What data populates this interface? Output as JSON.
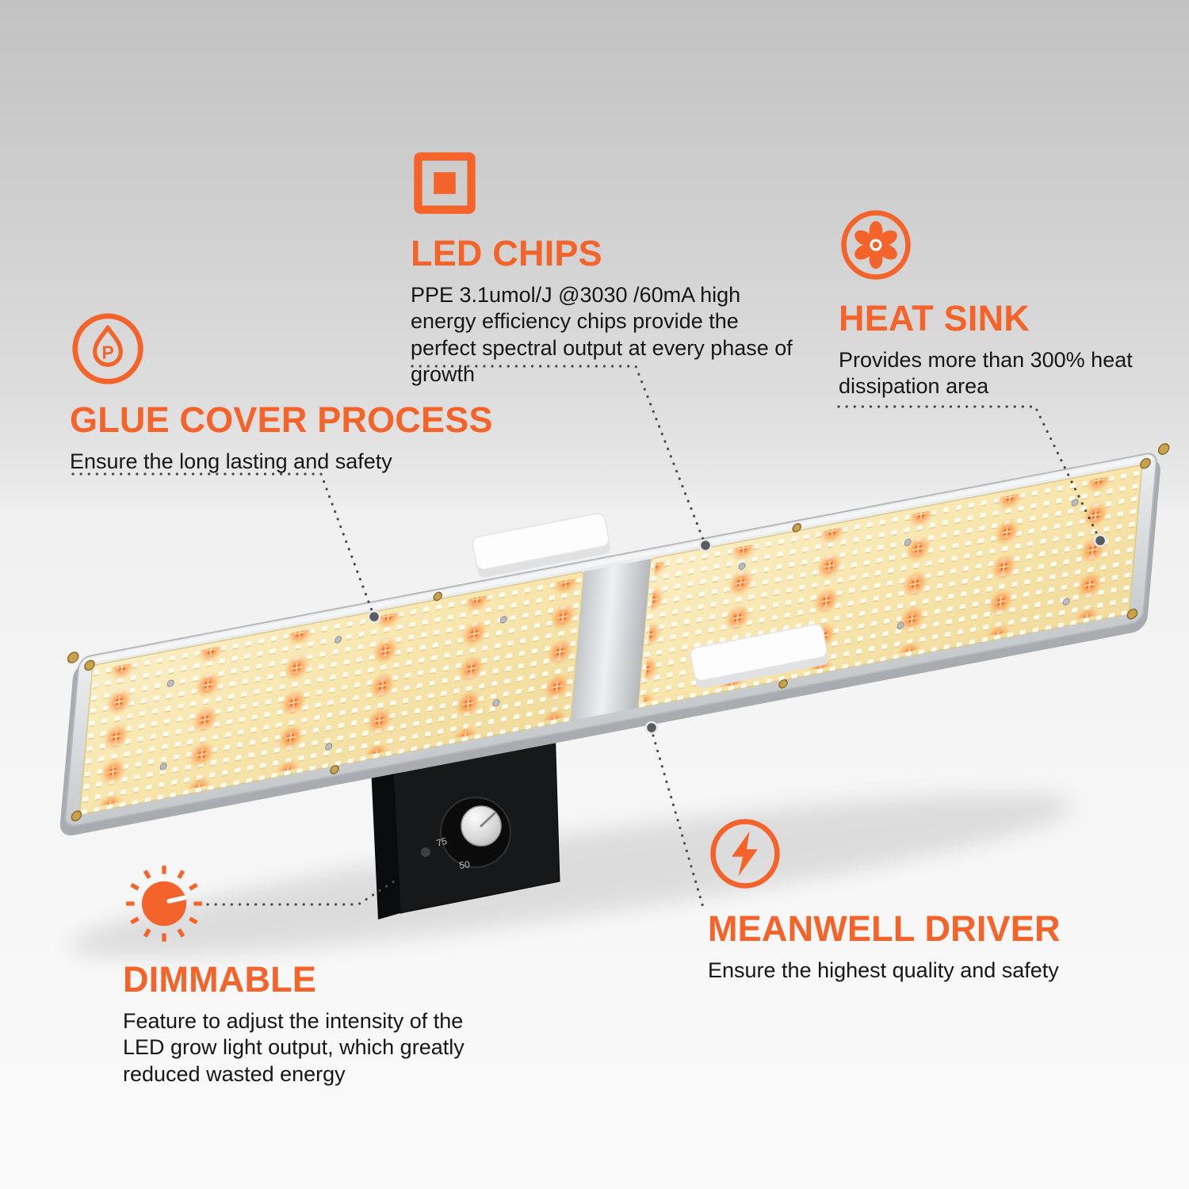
{
  "accent_color": "#f4632a",
  "callouts": {
    "glue_cover": {
      "icon": "glue-cover-process-icon",
      "icon_letter": "P",
      "title": "GLUE COVER PROCESS",
      "body": "Ensure the long lasting and safety"
    },
    "led_chips": {
      "icon": "led-chip-icon",
      "title": "LED CHIPS",
      "body": "PPE 3.1umol/J @3030 /60mA high energy efficiency chips provide the perfect spectral output at every phase of growth"
    },
    "heat_sink": {
      "icon": "heat-sink-fan-icon",
      "title": "HEAT SINK",
      "body": "Provides more than 300% heat dissipation area"
    },
    "dimmable": {
      "icon": "dimmer-knob-icon",
      "title": "DIMMABLE",
      "body": "Feature to adjust the intensity of the LED grow light output, which greatly reduced wasted energy"
    },
    "meanwell_driver": {
      "icon": "lightning-bolt-icon",
      "title": "MEANWELL DRIVER",
      "body": "Ensure the highest quality and safety"
    }
  },
  "driver_box": {
    "dimmer_scale_labels": [
      "50",
      "75"
    ]
  }
}
